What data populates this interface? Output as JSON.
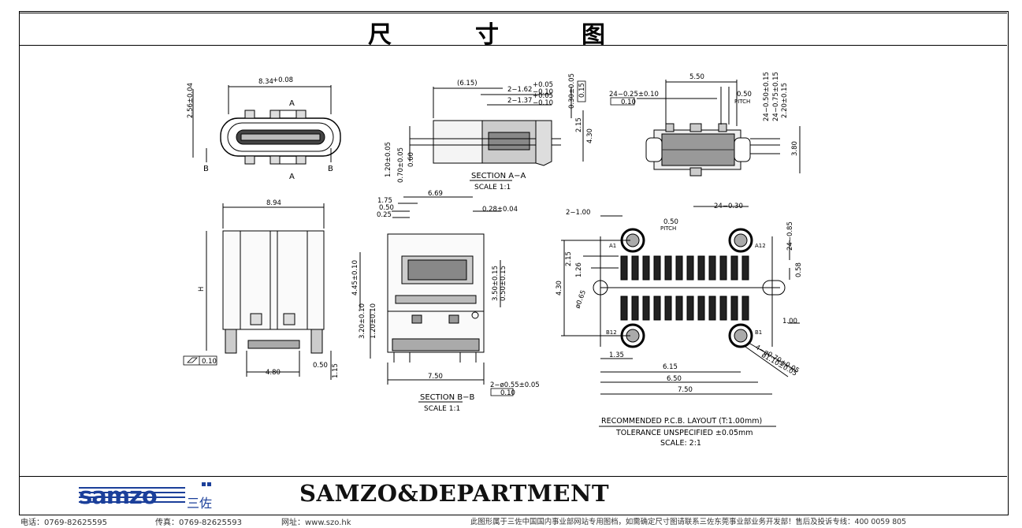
{
  "header": {
    "title_chars": [
      "尺",
      "寸",
      "图"
    ]
  },
  "footer": {
    "company": "SAMZO&DEPARTMENT",
    "logo_text": "samzo",
    "logo_cn": "三佐",
    "phone": "电话：0769-82625595",
    "fax": "传真：0769-82625593",
    "website": "网址：www.szo.hk",
    "notice": "此图形属于三佐中国国内事业部网站专用图档，如需确定尺寸图请联系三佐东莞事业部业务开发部！售后及投诉专线：400 0059 805"
  },
  "views": {
    "front": {
      "width": "8.34",
      "tol": "+0.08",
      "height": "2.56±0.04",
      "section_a": "A",
      "section_b": "B"
    },
    "section_a": {
      "d1": "(6.15)",
      "d2": "2−1.62",
      "d2_tol_plus": "+0.05",
      "d2_tol_minus": "−0.10",
      "d3": "2−1.37",
      "d3_tol_plus": "+0.05",
      "d3_tol_minus": "−0.10",
      "d4": "0.30±0.05",
      "d4_box": "0.15",
      "d5": "2.15",
      "d6": "4.30",
      "d7": "1.20±0.05",
      "d8": "0.70±0.05",
      "d9": "0.60",
      "label": "SECTION A−A",
      "scale": "SCALE 1:1"
    },
    "top": {
      "w": "5.50",
      "d1": "24−0.25±0.10",
      "d1_box": "0.10",
      "pitch": "0.50",
      "pitch_label": "PITCH",
      "v1": "24−0.50±0.15",
      "v2": "24−0.75±0.15",
      "v3": "2.20±0.15",
      "h": "3.80"
    },
    "side": {
      "w": "8.94",
      "h": "H",
      "flat": "0.10",
      "b1": "4.80",
      "b2": "0.50",
      "b3": "1.15"
    },
    "section_b": {
      "w": "6.69",
      "d1": "1.75",
      "d2": "0.50",
      "d3": "0.25",
      "d4": "0.28±0.04",
      "v1": "4.45±0.10",
      "v2": "3.50±0.15",
      "v3": "0.50±0.15",
      "v4": "3.20±0.10",
      "v5": "1.20±0.10",
      "base": "7.50",
      "hole": "2−ø0.55±0.05",
      "hole_box": "0.10",
      "label": "SECTION B−B",
      "scale": "SCALE 1:1"
    },
    "pcb": {
      "d1": "2−1.00",
      "d2": "24−0.30",
      "pitch": "0.50",
      "pitch_label": "PITCH",
      "a1": "A1",
      "a12": "A12",
      "b12": "B12",
      "b1": "B1",
      "v1": "2.15",
      "v2": "1.26",
      "v3": "4.30",
      "v4": "0.58",
      "v5": "24−0.85",
      "v6": "1.00",
      "hole": "ø0.65",
      "ring1": "4−ø0.70±0.05",
      "ring2": "ø1.10±0.05",
      "h1": "1.35",
      "h2": "6.15",
      "h3": "6.50",
      "h4": "7.50"
    },
    "notes": {
      "line1": "RECOMMENDED  P.C.B. LAYOUT (T:1.00mm)",
      "line2": "TOLERANCE UNSPECIFIED ±0.05mm",
      "line3": "SCALE: 2:1"
    }
  }
}
